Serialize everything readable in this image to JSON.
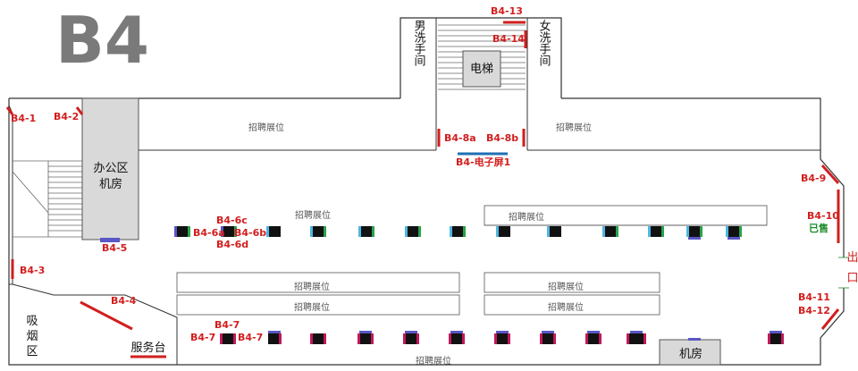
{
  "floor_title": "B4",
  "rooms": {
    "mens_restroom": "男洗手间",
    "womens_restroom": "女洗手间",
    "elevator": "电梯",
    "office_line1": "办公区",
    "office_line2": "机房",
    "smoking_area": "吸烟区",
    "service_desk": "服务台",
    "machine_room": "机房",
    "exit": "出口"
  },
  "booth_text": "招聘展位",
  "spots": {
    "b4_1": "B4-1",
    "b4_2": "B4-2",
    "b4_3": "B4-3",
    "b4_4": "B4-4",
    "b4_5": "B4-5",
    "b4_6a": "B4-6a",
    "b4_6b": "B4-6b",
    "b4_6c": "B4-6c",
    "b4_6d": "B4-6d",
    "b4_7_top": "B4-7",
    "b4_7_left": "B4-7",
    "b4_7_right": "B4-7",
    "b4_8a": "B4-8a",
    "b4_8b": "B4-8b",
    "b4_screen1": "B4-电子屏1",
    "b4_9": "B4-9",
    "b4_10": "B4-10",
    "b4_10_status": "已售",
    "b4_11": "B4-11",
    "b4_12": "B4-12",
    "b4_13": "B4-13",
    "b4_14": "B4-14"
  },
  "colors": {
    "ad_spot": "#d21e1e",
    "screen": "#1f6fb5",
    "sold": "#1a8a2a",
    "wall": "#333333"
  }
}
